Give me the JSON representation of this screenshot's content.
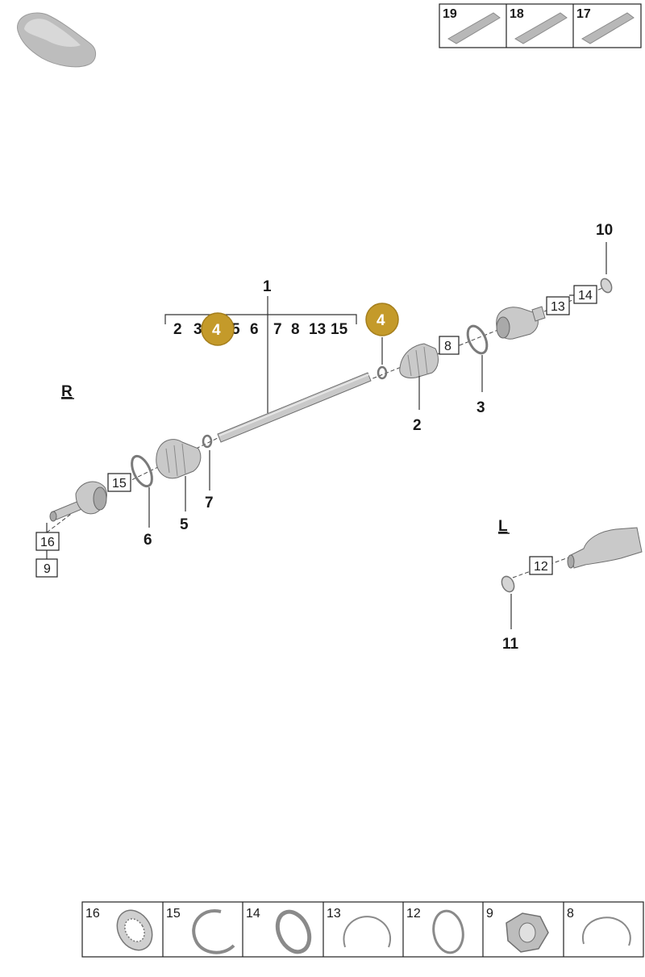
{
  "side_labels": {
    "right": "R",
    "left": "L"
  },
  "top_strip": [
    {
      "number": "19",
      "icon": "grease-tube-icon"
    },
    {
      "number": "18",
      "icon": "grease-tube-icon"
    },
    {
      "number": "17",
      "icon": "grease-tube-icon"
    }
  ],
  "bracket": {
    "number": "1",
    "sequence": [
      "2",
      "3",
      "4",
      "5",
      "6",
      "7",
      "8",
      "13",
      "15"
    ]
  },
  "markers": {
    "note": "4"
  },
  "callouts": {
    "c2": "2",
    "c3": "3",
    "c5": "5",
    "c6": "6",
    "c7": "7",
    "c10": "10",
    "c11": "11"
  },
  "boxed": {
    "b8": "8",
    "b9": "9",
    "b12": "12",
    "b13": "13",
    "b14": "14",
    "b15": "15",
    "b16": "16"
  },
  "bottom_strip": [
    {
      "number": "16",
      "icon": "serrated-washer-icon"
    },
    {
      "number": "15",
      "icon": "circlip-icon"
    },
    {
      "number": "14",
      "icon": "o-ring-icon"
    },
    {
      "number": "13",
      "icon": "open-snap-ring-icon"
    },
    {
      "number": "12",
      "icon": "sealing-ring-icon"
    },
    {
      "number": "9",
      "icon": "hex-nut-icon"
    },
    {
      "number": "8",
      "icon": "open-snap-ring-icon"
    }
  ]
}
